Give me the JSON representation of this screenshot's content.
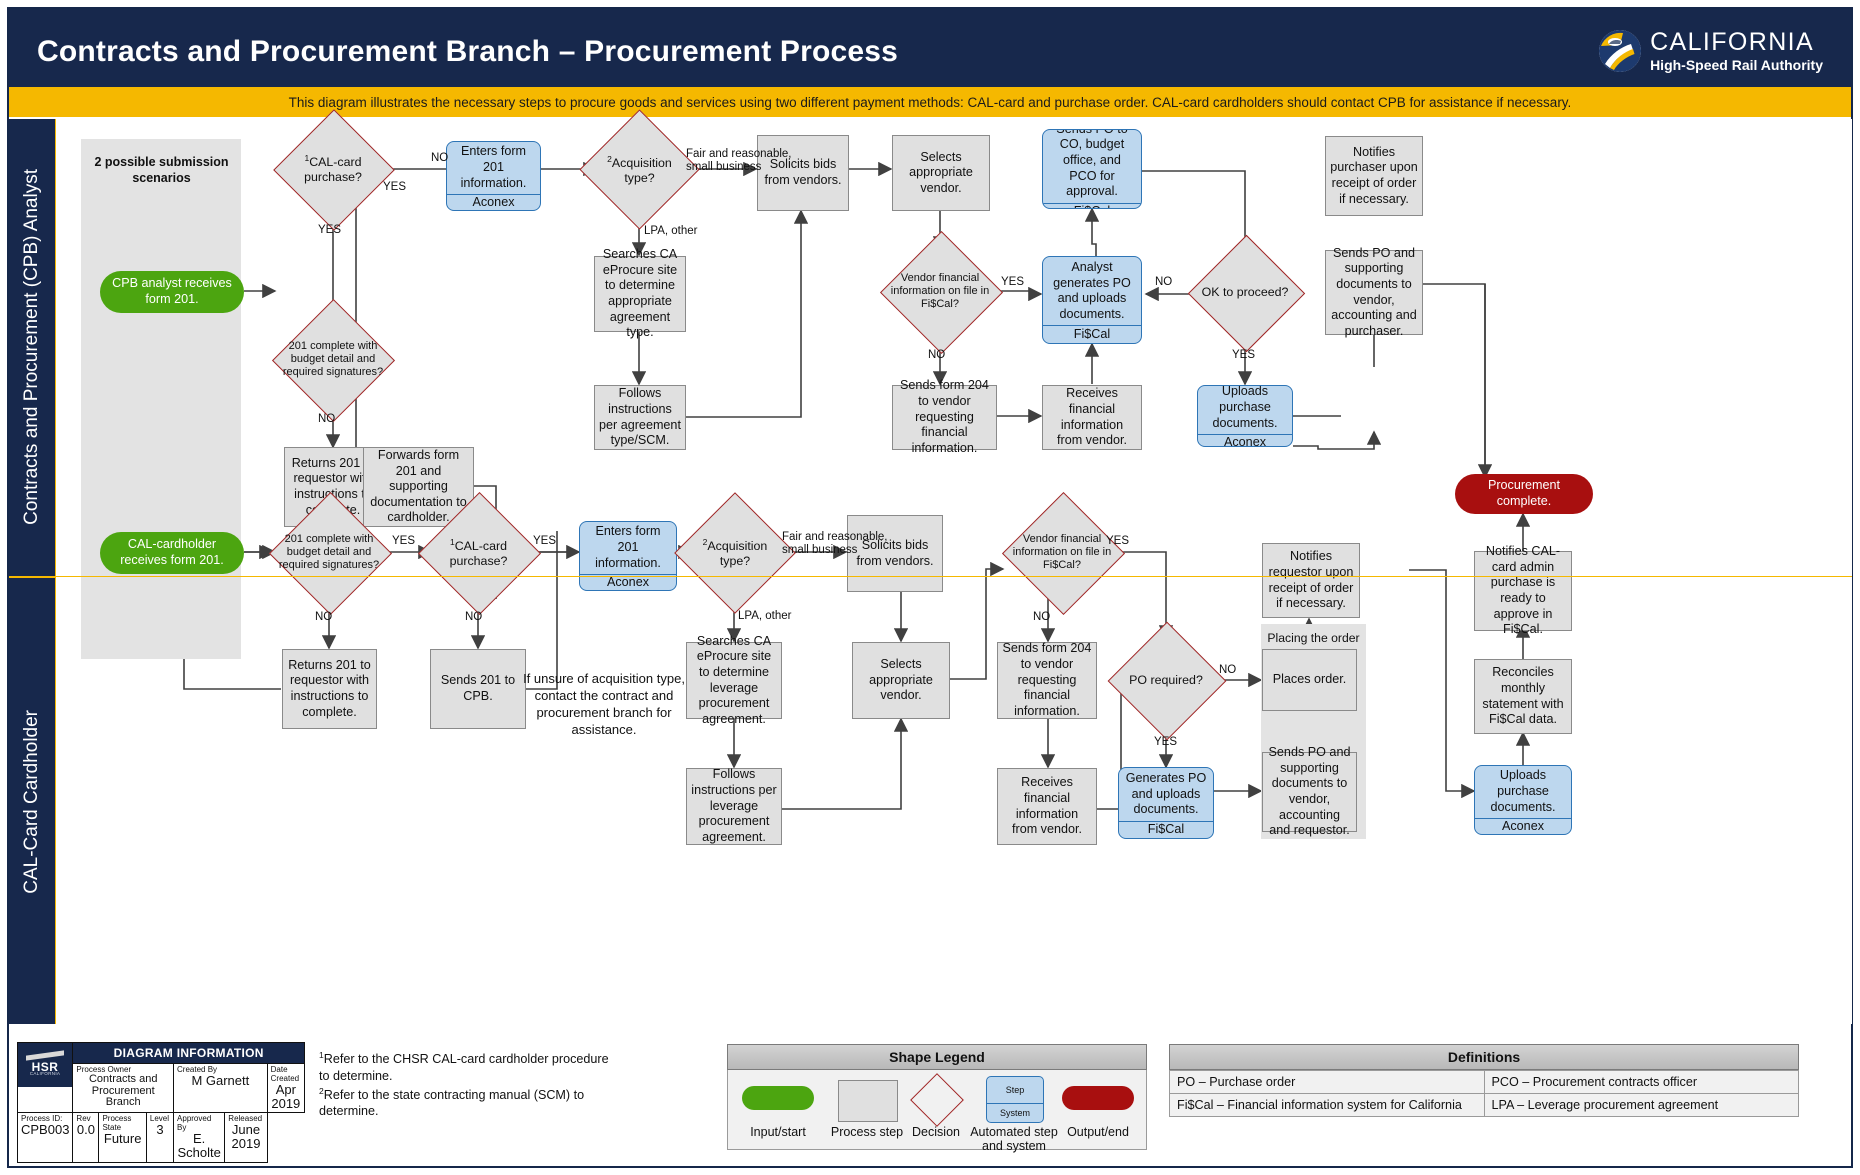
{
  "header": {
    "title": "Contracts and Procurement Branch – Procurement Process",
    "logo_line1": "CALIFORNIA",
    "logo_line2": "High-Speed Rail Authority"
  },
  "banner": {
    "text": "This diagram illustrates the necessary steps to procure goods and services using two different payment methods: CAL-card and purchase order. CAL-card cardholders should contact CPB for assistance if necessary."
  },
  "lanes": {
    "lane1": "Contracts and Procurement (CPB) Analyst",
    "lane2": "CAL-Card Cardholder"
  },
  "group_labels": {
    "submission_scenarios": "2 possible submission scenarios",
    "placing_the_order": "Placing the order"
  },
  "notes": {
    "unsure": "If unsure of acquisition type, contact the contract and procurement branch for assistance.",
    "footnote1_sup": "1",
    "footnote1": "Refer to the CHSR CAL-card cardholder procedure to determine.",
    "footnote2_sup": "2",
    "footnote2": "Refer to the state contracting manual (SCM) to determine."
  },
  "lane1_nodes": {
    "start": "CPB analyst receives form 201.",
    "d_calcard_sup": "1",
    "d_calcard": "CAL-card purchase?",
    "d_201complete": "201 complete with budget detail and required signatures?",
    "returns201": "Returns 201 to requestor with instructions to complete.",
    "forwards201": "Forwards form 201 and supporting documentation to cardholder.",
    "enters201_top": "Enters form 201 information.",
    "enters201_sys": "Aconex",
    "d_acq_sup": "2",
    "d_acq": "Acquisition type?",
    "searches": "Searches CA eProcure site to determine appropriate agreement type.",
    "follows": "Follows instructions per agreement type/SCM.",
    "solicits": "Solicits bids from vendors.",
    "selects": "Selects appropriate vendor.",
    "d_vendorfin": "Vendor financial information on file in Fi$Cal?",
    "sends204": "Sends form 204 to vendor requesting financial information.",
    "receivesfin": "Receives financial information from vendor.",
    "sendspo_top": "Sends PO to CO, budget office, and PCO for approval.",
    "sendspo_sys": "Fi$Cal",
    "analystgen_top": "Analyst generates PO and uploads documents.",
    "analystgen_sys": "Fi$Cal",
    "d_ok": "OK to proceed?",
    "uploads_top": "Uploads purchase documents.",
    "uploads_sys": "Aconex",
    "notifies": "Notifies purchaser upon receipt of order if necessary.",
    "sendspodocs": "Sends PO and supporting documents to vendor, accounting and purchaser."
  },
  "lane2_nodes": {
    "start": "CAL-cardholder receives form 201.",
    "d_201complete": "201 complete with budget detail and required signatures?",
    "d_calcard_sup": "1",
    "d_calcard": "CAL-card purchase?",
    "returns201": "Returns 201 to requestor with instructions to complete.",
    "sends201cpb": "Sends 201 to CPB.",
    "enters201_top": "Enters form 201 information.",
    "enters201_sys": "Aconex",
    "d_acq_sup": "2",
    "d_acq": "Acquisition type?",
    "searches": "Searches CA eProcure site to determine leverage procurement agreement.",
    "follows": "Follows instructions per leverage procurement agreement.",
    "solicits": "Solicits bids from vendors.",
    "selects": "Selects appropriate vendor.",
    "d_vendorfin": "Vendor financial information on file in Fi$Cal?",
    "sends204": "Sends form 204 to vendor requesting financial information.",
    "receivesfin": "Receives financial information from vendor.",
    "d_porequired": "PO required?",
    "generates_top": "Generates PO and uploads documents.",
    "generates_sys": "Fi$Cal",
    "placesorder": "Places order.",
    "sendspodocs": "Sends PO and supporting documents to vendor, accounting and requestor.",
    "notifiesreq": "Notifies requestor upon receipt of order if necessary.",
    "notifiesadmin": "Notifies CAL-card admin purchase is ready to approve in Fi$Cal.",
    "reconciles": "Reconciles monthly statement with Fi$Cal data.",
    "uploads_top": "Uploads purchase documents.",
    "uploads_sys": "Aconex",
    "end": "Procurement complete."
  },
  "edge_labels": {
    "yes": "YES",
    "no": "NO",
    "fair_small": "Fair and reasonable,\nsmall business",
    "lpa_other": "LPA, other"
  },
  "info_table": {
    "heading": "DIAGRAM INFORMATION",
    "logo_text": "HSR",
    "logo_sub": "CALIFORNIA",
    "process_owner_label": "Process Owner",
    "process_owner_value": "Contracts and Procurement Branch",
    "created_by_label": "Created By",
    "created_by_value": "M Garnett",
    "date_created_label": "Date Created",
    "date_created_value": "Apr 2019",
    "process_id_label": "Process ID:",
    "process_id_value": "CPB003",
    "rev_label": "Rev",
    "rev_value": "0.0",
    "process_state_label": "Process State",
    "process_state_value": "Future",
    "level_label": "Level",
    "level_value": "3",
    "approved_by_label": "Approved By",
    "approved_by_value": "E. Scholte",
    "released_label": "Released",
    "released_value": "June 2019"
  },
  "shape_legend": {
    "title": "Shape Legend",
    "items": [
      {
        "caption": "Input/start"
      },
      {
        "caption": "Process step"
      },
      {
        "caption": "Decision"
      },
      {
        "caption": "Automated step and system",
        "top": "Step",
        "bottom": "System"
      },
      {
        "caption": "Output/end"
      }
    ]
  },
  "definitions": {
    "title": "Definitions",
    "rows": [
      [
        "PO – Purchase order",
        "PCO – Procurement contracts officer"
      ],
      [
        "Fi$Cal – Financial information system for California",
        "LPA – Leverage procurement agreement"
      ]
    ]
  },
  "colors": {
    "navy": "#17284c",
    "gold": "#f5b800",
    "green": "#4ca510",
    "red": "#a80f0f",
    "decision_border": "#a02424",
    "system_blue": "#bdd7ee",
    "system_border": "#2e75b6",
    "process_fill": "#e0e0e0"
  }
}
